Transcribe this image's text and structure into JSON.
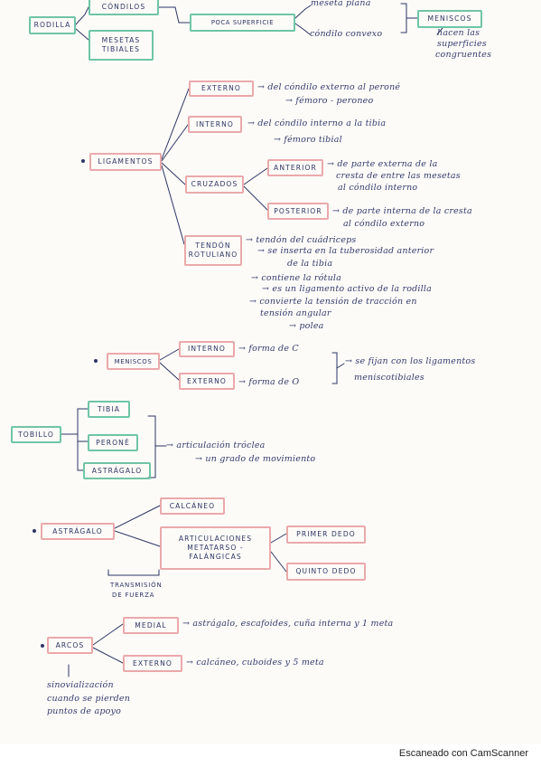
{
  "rodilla": {
    "root": "RODILLA",
    "condilos": "CÓNDILOS",
    "mesetas_l1": "MESETAS",
    "mesetas_l2": "TIBIALES",
    "poca_superficie": "POCA SUPERFICIE",
    "meseta_plana": "meseta plana",
    "condilo_convexo": "cóndilo convexo",
    "meniscos": "MENISCOS",
    "meniscos_note": [
      "hacen las",
      "superficies",
      "congruentes"
    ]
  },
  "ligamentos": {
    "root": "LIGAMENTOS",
    "externo": "EXTERNO",
    "externo_note": [
      "→ del cóndilo externo al peroné",
      "→ fémoro - peroneo"
    ],
    "interno": "INTERNO",
    "interno_note": [
      "→ del cóndilo interno a la tibia",
      "→ fémoro tibial"
    ],
    "cruzados": "CRUZADOS",
    "anterior": "ANTERIOR",
    "anterior_note": [
      "→ de parte externa de la",
      "cresta de entre las mesetas",
      "al cóndilo interno"
    ],
    "posterior": "POSTERIOR",
    "posterior_note": [
      "→ de parte interna de la cresta",
      "al cóndilo externo"
    ],
    "tendon_l1": "TENDÓN",
    "tendon_l2": "ROTULIANO",
    "tendon_note": [
      "→ tendón del cuádriceps",
      "→ se inserta en la tuberosidad anterior",
      "de la tibia",
      "→ contiene la rótula",
      "→ es un ligamento activo de la rodilla",
      "→ convierte la tensión de tracción en",
      "tensión angular",
      "→ polea"
    ]
  },
  "meniscos_section": {
    "root": "MENISCOS",
    "interno": "INTERNO",
    "interno_note": "→ forma de C",
    "externo": "EXTERNO",
    "externo_note": "→ forma de O",
    "fijan_note": [
      "→ se fijan con los ligamentos",
      "meniscotibiales"
    ]
  },
  "tobillo": {
    "root": "TOBILLO",
    "tibia": "TIBIA",
    "perone": "PERONÉ",
    "astragalo": "ASTRÁGALO",
    "note": [
      "→ articulación tróclea",
      "→ un grado de movimiento"
    ]
  },
  "astragalo_section": {
    "root": "ASTRÁGALO",
    "calcaneo": "CALCÁNEO",
    "articulaciones": [
      "ARTICULACIONES",
      "METATARSO -",
      "FALÁNGICAS"
    ],
    "primer_dedo": "PRIMER DEDO",
    "quinto_dedo": "QUINTO DEDO",
    "transmision": [
      "TRANSMISIÓN",
      "DE FUERZA"
    ]
  },
  "arcos": {
    "root": "ARCOS",
    "medial": "MEDIAL",
    "medial_note": "→ astrágalo, escafoides, cuña interna y 1 meta",
    "externo": "EXTERNO",
    "externo_note": "→ calcáneo, cuboides y 5 meta",
    "bottom_note": [
      "sinovialización",
      "cuando se pierden",
      "puntos de apoyo"
    ]
  },
  "footer": {
    "scanner": "Escaneado con CamScanner"
  },
  "colors": {
    "paper": "#fdfbf8",
    "ink": "#2c3566",
    "green_box": "#6fc5a6",
    "pink_box": "#eaa9ab"
  }
}
